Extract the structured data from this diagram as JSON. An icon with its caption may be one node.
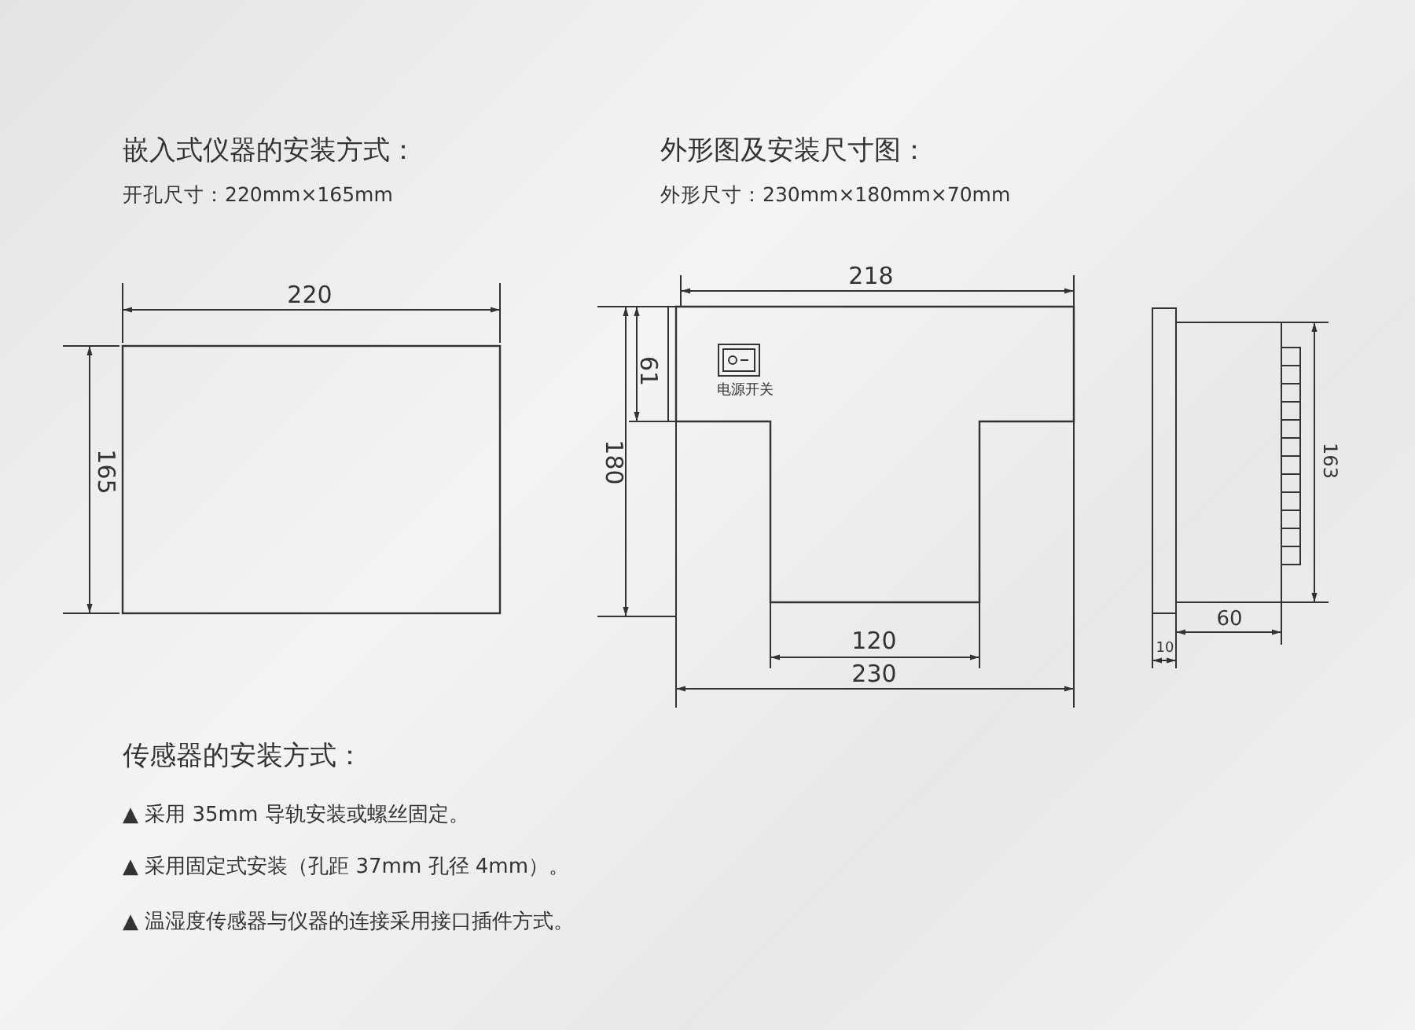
{
  "diagram": {
    "labels": [
      "嵌入式仪器的安装方式：",
      "开孔尺寸：220mm×165mm",
      "外形图及安装尺寸图：",
      "外形尺寸：230mm×180mm×70mm",
      "220",
      "218",
      "61",
      "电源开关",
      "165",
      "180",
      "163",
      "120",
      "60",
      "10",
      "230",
      "传感器的安装方式：",
      "▲ 采用 35mm 导轨安装或螺丝固定。",
      "▲ 采用固定式安装（孔距 37mm 孔径 4mm）。",
      "▲ 温湿度传感器与仪器的连接采用接口插件方式。"
    ]
  }
}
